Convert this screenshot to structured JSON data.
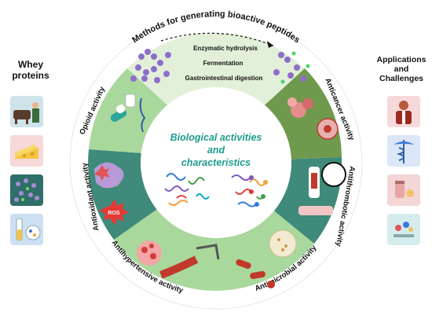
{
  "ring_title": "Methods for generating bioactive peptides",
  "methods": [
    "Enzymatic hydrolysis",
    "Fermentation",
    "Gastrointestinal digestion"
  ],
  "center": {
    "line1": "Biological activities",
    "line2": "and",
    "line3": "characteristics"
  },
  "activities": {
    "opioid": "Opioid activity",
    "anticancer": "Anticancer activity",
    "antithrombotic": "Antithrombotic activity",
    "antimicrobial": "Antimicrobial activity",
    "antihypertensive": "Antihypertensive activity",
    "antioxidant": "Antioxidant activity"
  },
  "ros_label": "ROS",
  "left_panel": {
    "line1": "Whey",
    "line2": "proteins",
    "tiles": [
      "cow-farmer-icon",
      "cheese-icon",
      "peptide-network-icon",
      "test-tube-icon"
    ]
  },
  "right_panel": {
    "line1": "Applications",
    "line2": "and",
    "line3": "Challenges",
    "tiles": [
      "doctor-icon",
      "caduceus-icon",
      "supplement-icon",
      "lab-sample-icon"
    ]
  },
  "colors": {
    "dark_teal": "#3f8a7a",
    "light_green": "#a9d89c",
    "pale_green": "#e2f0d9",
    "center_text": "#1d9c8c",
    "olive": "#6f9a4e"
  }
}
